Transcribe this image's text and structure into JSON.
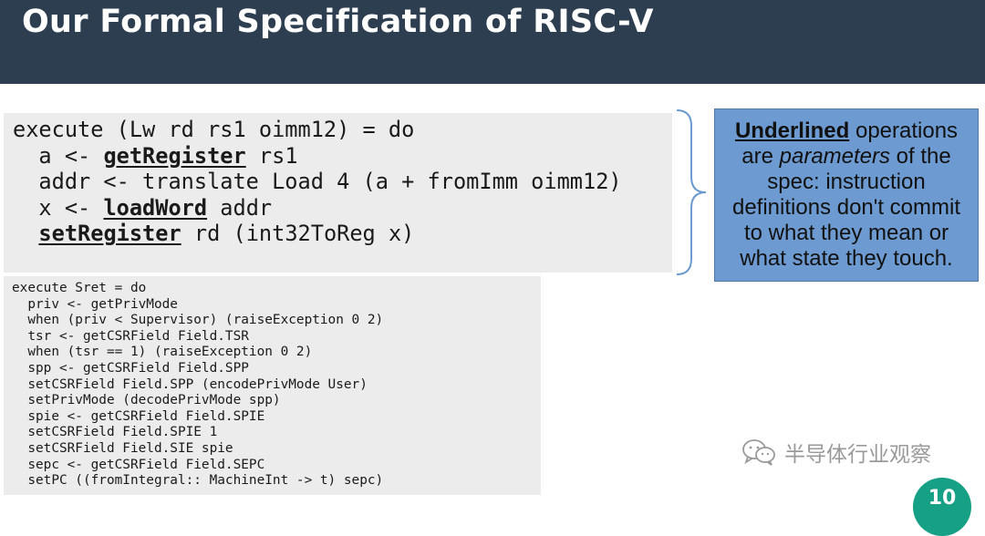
{
  "slide": {
    "title": "Our Formal Specification of RISC-V",
    "header_color": "#2c3e50"
  },
  "code_lw": {
    "line1": "execute (Lw rd rs1 oimm12) = do",
    "line2_pre": "  a <- ",
    "line2_op": "getRegister",
    "line2_post": " rs1",
    "line3": "  addr <- translate Load 4 (a + fromImm oimm12)",
    "line4_pre": "  x <- ",
    "line4_op": "loadWord",
    "line4_post": " addr",
    "line5_pre": "  ",
    "line5_op": "setRegister",
    "line5_post": " rd (int32ToReg x)"
  },
  "code_sret": {
    "lines": [
      "execute Sret = do",
      "  priv <- getPrivMode",
      "  when (priv < Supervisor) (raiseException 0 2)",
      "  tsr <- getCSRField Field.TSR",
      "  when (tsr == 1) (raiseException 0 2)",
      "  spp <- getCSRField Field.SPP",
      "  setCSRField Field.SPP (encodePrivMode User)",
      "  setPrivMode (decodePrivMode spp)",
      "  spie <- getCSRField Field.SPIE",
      "  setCSRField Field.SPIE 1",
      "  setCSRField Field.SIE spie",
      "  sepc <- getCSRField Field.SEPC",
      "  setPC ((fromIntegral:: MachineInt -> t) sepc)"
    ]
  },
  "note": {
    "underlined": "Underlined",
    "t1": " operations are ",
    "parameters": "parameters",
    "t2": " of the spec: instruction definitions don't commit to what they mean or what state they touch.",
    "bg_color": "#6d9bd1"
  },
  "watermark": {
    "icon": "wechat-icon",
    "text": "半导体行业观察"
  },
  "page_badge": {
    "number": "10",
    "color": "#16a085"
  }
}
